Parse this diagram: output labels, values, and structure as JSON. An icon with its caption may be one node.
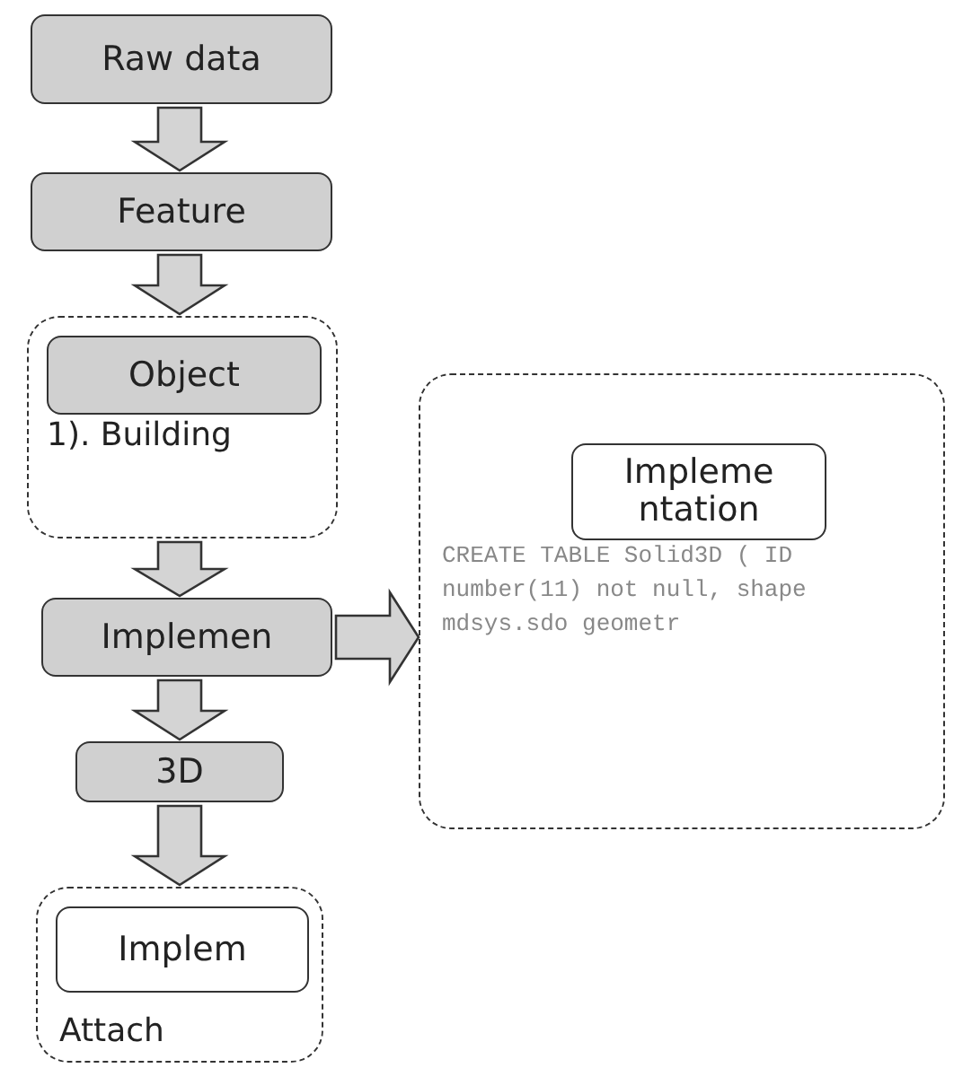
{
  "diagram": {
    "nodes": [
      {
        "text": [
          "Raw data"
        ]
      },
      {
        "text": [
          "Feature"
        ]
      },
      {
        "text": [
          "1). Building"
        ]
      },
      {
        "text": [
          "Object"
        ],
        "in": 2
      },
      {
        "text": [
          "Implemen"
        ]
      },
      {
        "text": [
          "CREATE TABLE Solid3D ( ID number(11) not null, shape mdsys.sdo geometr"
        ]
      },
      {
        "text": [
          "Impleme ntation"
        ],
        "in": 5
      },
      {
        "text": [
          "3D"
        ]
      },
      {
        "text": [
          "Attach"
        ]
      },
      {
        "text": [
          "Implem"
        ],
        "in": 8
      }
    ],
    "edges": [
      {
        "from": 0,
        "to": 1,
        "arrow": "to"
      },
      {
        "from": 1,
        "to": 2,
        "arrow": "to"
      },
      {
        "from": 2,
        "to": 4,
        "arrow": "to"
      },
      {
        "from": 4,
        "to": 5,
        "arrow": "to"
      },
      {
        "from": 4,
        "to": 7,
        "arrow": "to"
      },
      {
        "from": 7,
        "to": 8,
        "arrow": "to"
      }
    ]
  }
}
